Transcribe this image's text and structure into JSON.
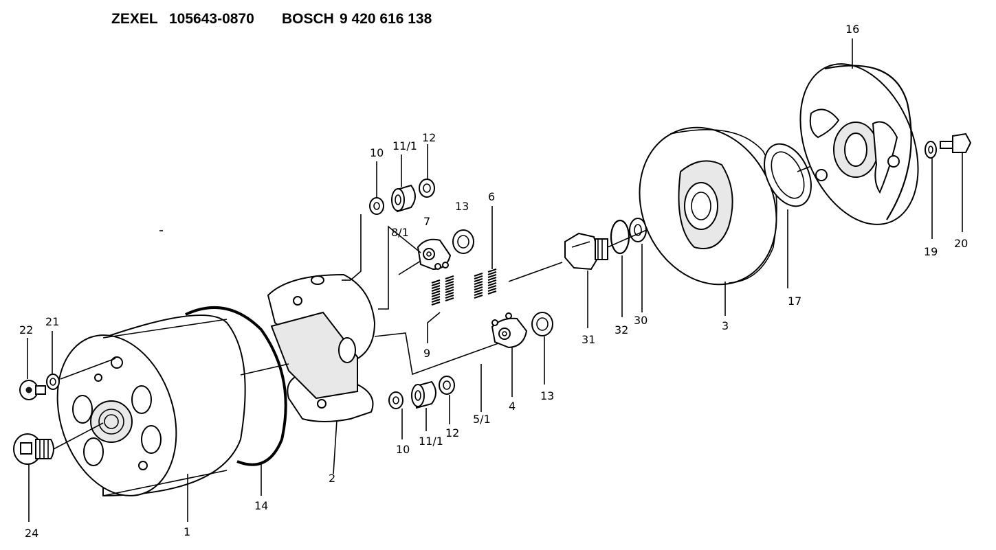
{
  "header": {
    "brand1": "ZEXEL",
    "part1": "105643-0870",
    "brand2": "BOSCH",
    "part2": "9 420 616 138"
  },
  "callouts": {
    "c1": "1",
    "c2": "2",
    "c3": "3",
    "c4": "4",
    "c5_1": "5/1",
    "c6": "6",
    "c7": "7",
    "c8_1": "8/1",
    "c9": "9",
    "c10_top": "10",
    "c10_bottom": "10",
    "c11_1_top": "11/1",
    "c11_1_bottom": "11/1",
    "c12_top": "12",
    "c12_bottom": "12",
    "c13_top": "13",
    "c13_bottom": "13",
    "c14": "14",
    "c16": "16",
    "c17": "17",
    "c19": "19",
    "c20": "20",
    "c21": "21",
    "c22": "22",
    "c24": "24",
    "c30": "30",
    "c31": "31",
    "c32": "32"
  }
}
